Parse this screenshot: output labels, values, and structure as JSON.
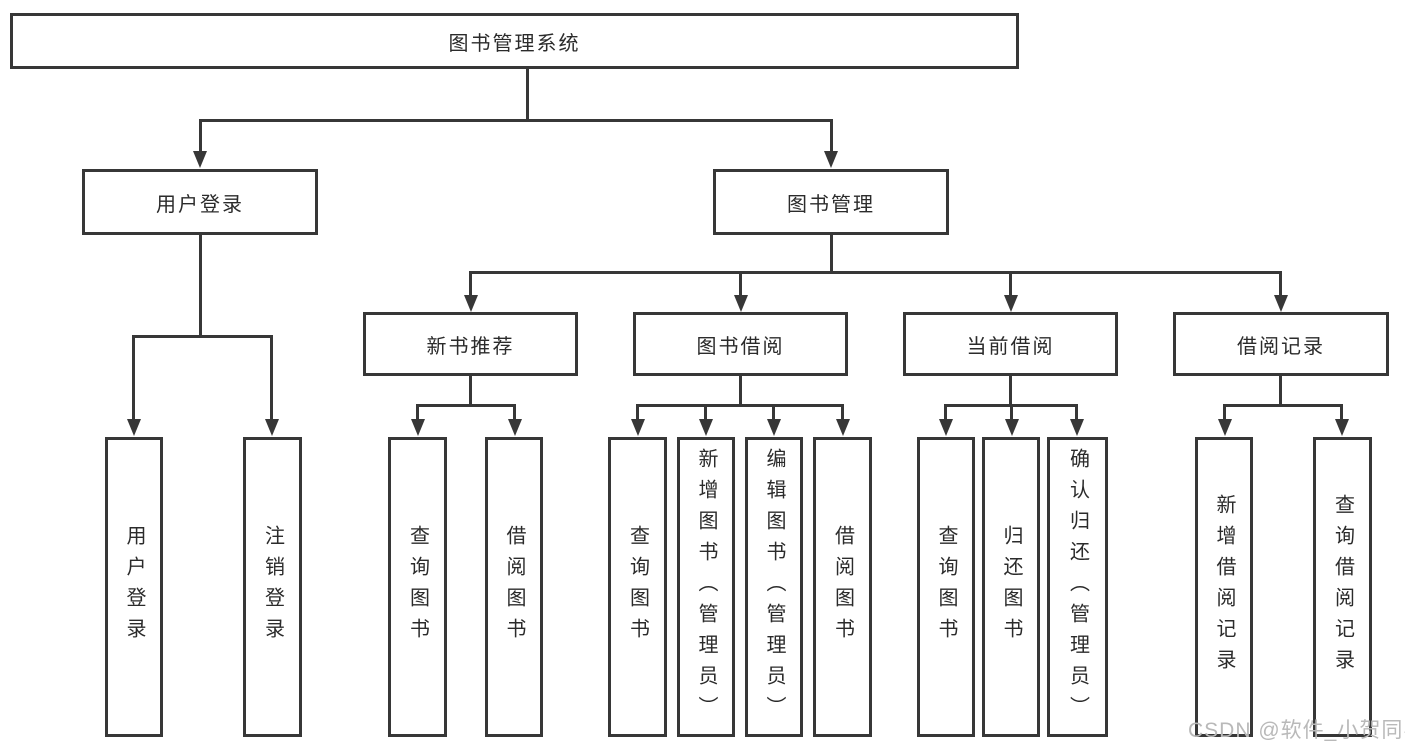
{
  "diagram": {
    "watermark": "CSDN @软件_小贺同学",
    "colors": {
      "background": "#ffffff",
      "line": "#373737",
      "box_border": "#373737",
      "text": "#2b2b2b",
      "watermark": "#b9b9b9"
    }
  },
  "nodes": {
    "root": {
      "label": "图书管理系统"
    },
    "level2": [
      {
        "label": "用户登录"
      },
      {
        "label": "图书管理"
      }
    ],
    "level3": [
      {
        "label": "新书推荐"
      },
      {
        "label": "图书借阅"
      },
      {
        "label": "当前借阅"
      },
      {
        "label": "借阅记录"
      }
    ],
    "leaves": [
      {
        "label": "用户登录"
      },
      {
        "label": "注销登录"
      },
      {
        "label": "查询图书"
      },
      {
        "label": "借阅图书"
      },
      {
        "label": "查询图书"
      },
      {
        "label": "新增图书（管理员）"
      },
      {
        "label": "编辑图书（管理员）"
      },
      {
        "label": "借阅图书"
      },
      {
        "label": "查询图书"
      },
      {
        "label": "归还图书"
      },
      {
        "label": "确认归还（管理员）"
      },
      {
        "label": "新增借阅记录"
      },
      {
        "label": "查询借阅记录"
      }
    ]
  }
}
